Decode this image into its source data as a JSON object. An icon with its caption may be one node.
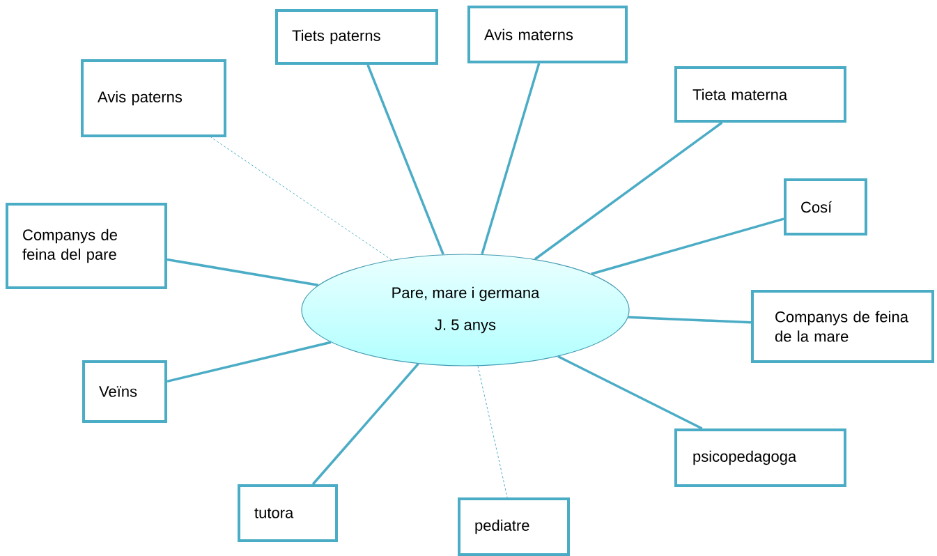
{
  "diagram": {
    "nodes": [
      {
        "text": [
          "Pare, mare i germana",
          "J. 5 anys"
        ]
      },
      {
        "text": [
          "Avis paterns"
        ]
      },
      {
        "text": [
          "Tiets paterns"
        ]
      },
      {
        "text": [
          "Avis materns"
        ]
      },
      {
        "text": [
          "Tieta materna"
        ]
      },
      {
        "text": [
          "Cosí"
        ]
      },
      {
        "text": [
          "Companys de feina de la mare"
        ]
      },
      {
        "text": [
          "psicopedagoga"
        ]
      },
      {
        "text": [
          "pediatre"
        ]
      },
      {
        "text": [
          "tutora"
        ]
      },
      {
        "text": [
          "Veïns"
        ]
      },
      {
        "text": [
          "Companys de feina del pare"
        ]
      }
    ],
    "edges": [
      {
        "from": 0,
        "to": 1,
        "arrow": "none",
        "style": "dashed"
      },
      {
        "from": 0,
        "to": 2,
        "arrow": "none"
      },
      {
        "from": 0,
        "to": 3,
        "arrow": "none"
      },
      {
        "from": 0,
        "to": 4,
        "arrow": "none"
      },
      {
        "from": 0,
        "to": 5,
        "arrow": "none"
      },
      {
        "from": 0,
        "to": 6,
        "arrow": "none"
      },
      {
        "from": 0,
        "to": 7,
        "arrow": "none"
      },
      {
        "from": 0,
        "to": 8,
        "arrow": "none",
        "style": "dashed"
      },
      {
        "from": 0,
        "to": 9,
        "arrow": "none"
      },
      {
        "from": 0,
        "to": 10,
        "arrow": "none"
      },
      {
        "from": 0,
        "to": 11,
        "arrow": "none"
      }
    ]
  }
}
